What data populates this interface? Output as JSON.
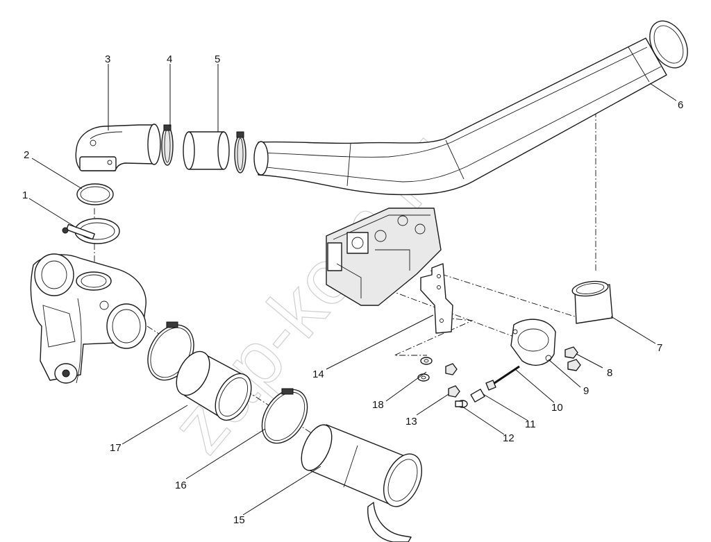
{
  "watermark": "zap-kom.ru",
  "callouts": [
    {
      "id": "1",
      "label": "1"
    },
    {
      "id": "2",
      "label": "2"
    },
    {
      "id": "3",
      "label": "3"
    },
    {
      "id": "4",
      "label": "4"
    },
    {
      "id": "5",
      "label": "5"
    },
    {
      "id": "6",
      "label": "6"
    },
    {
      "id": "7",
      "label": "7"
    },
    {
      "id": "8",
      "label": "8"
    },
    {
      "id": "9",
      "label": "9"
    },
    {
      "id": "10",
      "label": "10"
    },
    {
      "id": "11",
      "label": "11"
    },
    {
      "id": "12",
      "label": "12"
    },
    {
      "id": "13",
      "label": "13"
    },
    {
      "id": "14",
      "label": "14"
    },
    {
      "id": "15",
      "label": "15"
    },
    {
      "id": "16",
      "label": "16"
    },
    {
      "id": "17",
      "label": "17"
    },
    {
      "id": "18",
      "label": "18"
    }
  ]
}
